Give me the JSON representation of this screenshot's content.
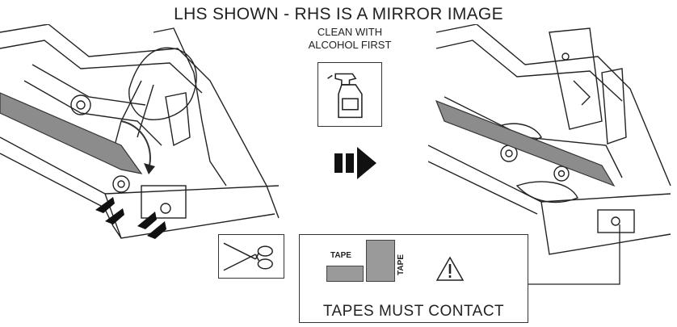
{
  "title": "LHS SHOWN - RHS IS A MIRROR IMAGE",
  "clean": {
    "line1": "CLEAN WITH",
    "line2": "ALCOHOL FIRST",
    "icon": "spray-bottle-icon"
  },
  "step_arrow_icon": "next-step-arrow-icon",
  "scissors_icon": "scissors-icon",
  "contact": {
    "tape_label_1": "TAPE",
    "tape_label_2": "TAPE",
    "warning_icon": "warning-icon",
    "caption": "TAPES MUST CONTACT"
  },
  "colors": {
    "line": "#222222",
    "tape": "#9a9a9a",
    "background": "#ffffff"
  }
}
